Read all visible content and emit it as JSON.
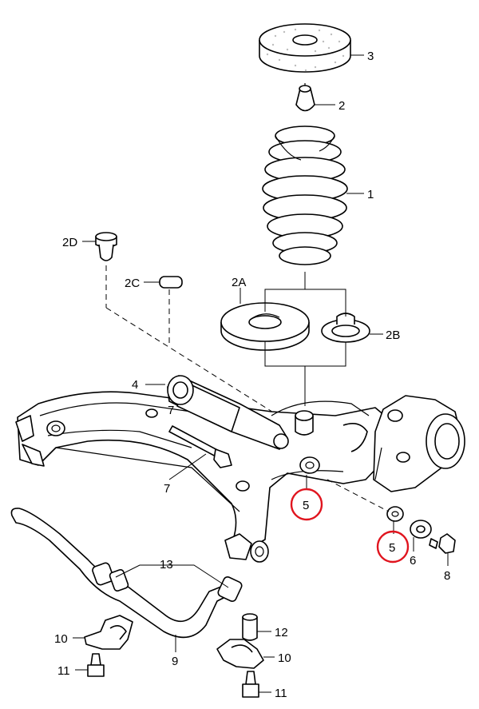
{
  "diagram": {
    "labels": {
      "p1": "1",
      "p2": "2",
      "p3": "3",
      "p2a": "2A",
      "p2b": "2B",
      "p2c": "2C",
      "p2d": "2D",
      "p4": "4",
      "p5_left": "5",
      "p5_right": "5",
      "p6": "6",
      "p7a": "7",
      "p7b": "7",
      "p8": "8",
      "p9": "9",
      "p10_left": "10",
      "p10_right": "10",
      "p11_left": "11",
      "p11_right": "11",
      "p12": "12",
      "p13": "13"
    },
    "highlight_color": "#e0141e",
    "highlighted_parts": [
      "5",
      "5"
    ]
  }
}
